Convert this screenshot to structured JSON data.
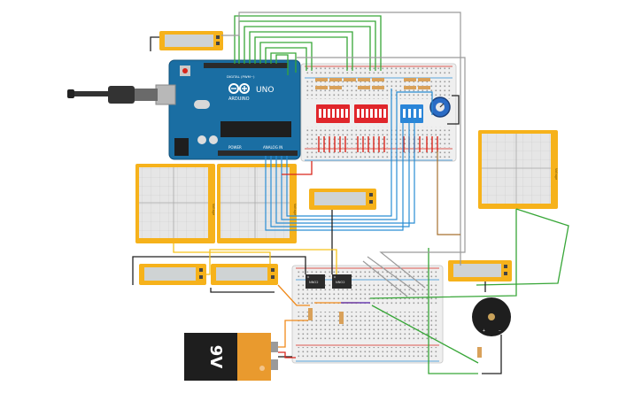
{
  "arduino": {
    "brand": "ARDUINO",
    "model": "UNO",
    "power_label": "POWER",
    "analog_label": "ANALOG IN",
    "digital_label": "DIGITAL (PWM~)"
  },
  "battery": {
    "label": "9V"
  },
  "ics": [
    {
      "label": "NNO2"
    },
    {
      "label": "NNO2"
    }
  ],
  "oscilloscope": {
    "label": "Voltage"
  },
  "colors": {
    "arduino_blue": "#1a6ea3",
    "breadboard": "#efefef",
    "dip_red": "#e0262b",
    "dip_blue": "#2a85d8",
    "instrument_yellow": "#f6b21b",
    "wire_green": "#37a637",
    "wire_blue": "#2a8ed4",
    "wire_red": "#d9261c",
    "wire_orange": "#f08a1a",
    "wire_black": "#222222",
    "wire_grey": "#9a9a9a"
  }
}
